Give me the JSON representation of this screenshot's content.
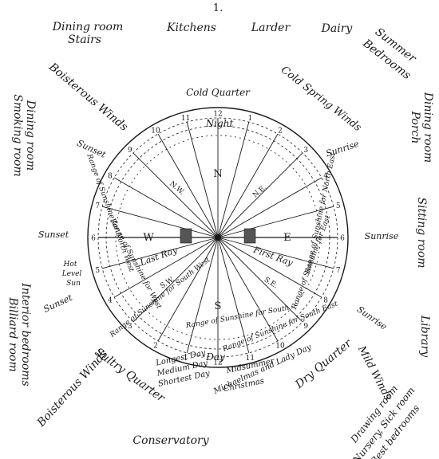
{
  "figure_number": "1.",
  "top": {
    "dining_stairs": [
      "Dining room",
      "Stairs"
    ],
    "kitchens": "Kitchens",
    "larder": "Larder",
    "dairy": "Dairy",
    "summer_bedrooms": [
      "Summer",
      "Bedrooms"
    ]
  },
  "left": {
    "boisterous_winds_top": "Boisterous Winds",
    "smoking_dining": [
      "Smoking room",
      "Dining room"
    ],
    "billiard_interior": [
      "Billiard room",
      "Interior bedrooms"
    ],
    "boisterous_winds_bottom": "Boisterous Winds"
  },
  "right": {
    "cold_spring_winds": "Cold Spring Winds",
    "dining_porch": [
      "Dining room",
      "Porch"
    ],
    "sitting_room": "Sitting room",
    "library": "Library",
    "mild_winds": "Mild Winds",
    "drawing_nursery_best": [
      "Drawing room",
      "Nursery, Sick room",
      "Best bedrooms"
    ]
  },
  "bottom": {
    "conservatory": "Conservatory",
    "sultry_quarter": "Sultry Quarter",
    "dry_quarter": "Dry Quarter"
  },
  "compass": {
    "cold_quarter": "Cold Quarter",
    "night": "Night",
    "day": "Day",
    "north": "N",
    "south": "S",
    "east": "E",
    "west": "W",
    "ne": "N.E.",
    "nw": "N.W.",
    "se": "S.E.",
    "sw": "S.W.",
    "first_ray": "First Ray",
    "last_ray": "Last Ray",
    "hour_numbers": [
      "12",
      "1",
      "2",
      "3",
      "4",
      "5",
      "6",
      "7",
      "8",
      "9",
      "10",
      "11",
      "12",
      "1",
      "2",
      "3",
      "4",
      "5",
      "6",
      "7",
      "8",
      "9",
      "10",
      "11"
    ]
  },
  "inner": {
    "sunset_west": "Sunset",
    "sunset_nw": "Sunset",
    "sunset_sw": "Sunset",
    "sunrise_east": "Sunrise",
    "sunrise_ne": "Sunrise",
    "sunrise_se": "Sunrise",
    "hot_level_sun": [
      "Hot",
      "Level",
      "Sun"
    ],
    "range_sunshine_west": "Range of Sunshine for West",
    "range_sunshine_nw": "Range of Sunshine for North West",
    "range_sunshine_sw": "Range of Sunshine for South West",
    "range_sunshine_south": "Range of Sunshine for South",
    "range_sunshine_se": "Range of Sunshine for South East",
    "range_sunshine_east": "Range of Sunshine for East",
    "range_sunshine_ne": "Range of Sunshine for North East",
    "longest_day": "Longest Day",
    "medium_day": "Medium Day",
    "shortest_day": "Shortest Day",
    "midsummer": "Midsummer",
    "michaelmas_lady_day": "Michaelmas and Lady Day",
    "christmas": "Christmas"
  }
}
